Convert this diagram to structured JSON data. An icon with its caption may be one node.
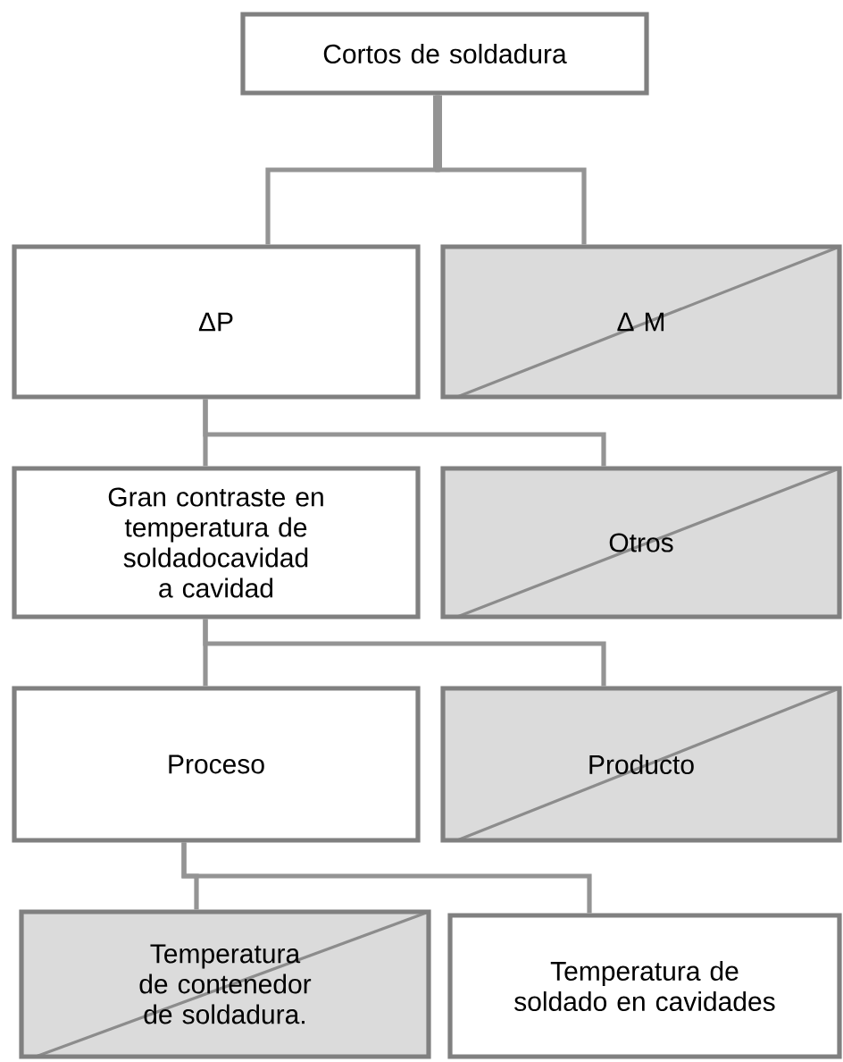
{
  "diagram": {
    "nodes": [
      {
        "text": [
          "Cortos de soldadura"
        ]
      },
      {
        "text": [
          "ΔP"
        ]
      },
      {
        "text": [
          "Δ M"
        ]
      },
      {
        "text": [
          "Gran contraste en temperatura de soldadocavidad a cavidad"
        ]
      },
      {
        "text": [
          "Otros"
        ]
      },
      {
        "text": [
          "Proceso"
        ]
      },
      {
        "text": [
          "Producto"
        ]
      },
      {
        "text": [
          "Temperatura de contenedor de soldadura."
        ]
      },
      {
        "text": [
          "Temperatura de soldado en cavidades"
        ]
      }
    ],
    "edges": [
      {
        "from": 0,
        "to": 1,
        "arrow": "none"
      },
      {
        "from": 0,
        "to": 2,
        "arrow": "none"
      },
      {
        "from": 1,
        "to": 3,
        "arrow": "none"
      },
      {
        "from": 1,
        "to": 4,
        "arrow": "none"
      },
      {
        "from": 3,
        "to": 5,
        "arrow": "none"
      },
      {
        "from": 3,
        "to": 6,
        "arrow": "none"
      },
      {
        "from": 5,
        "to": 7,
        "arrow": "none"
      },
      {
        "from": 5,
        "to": 8,
        "arrow": "none"
      }
    ]
  }
}
